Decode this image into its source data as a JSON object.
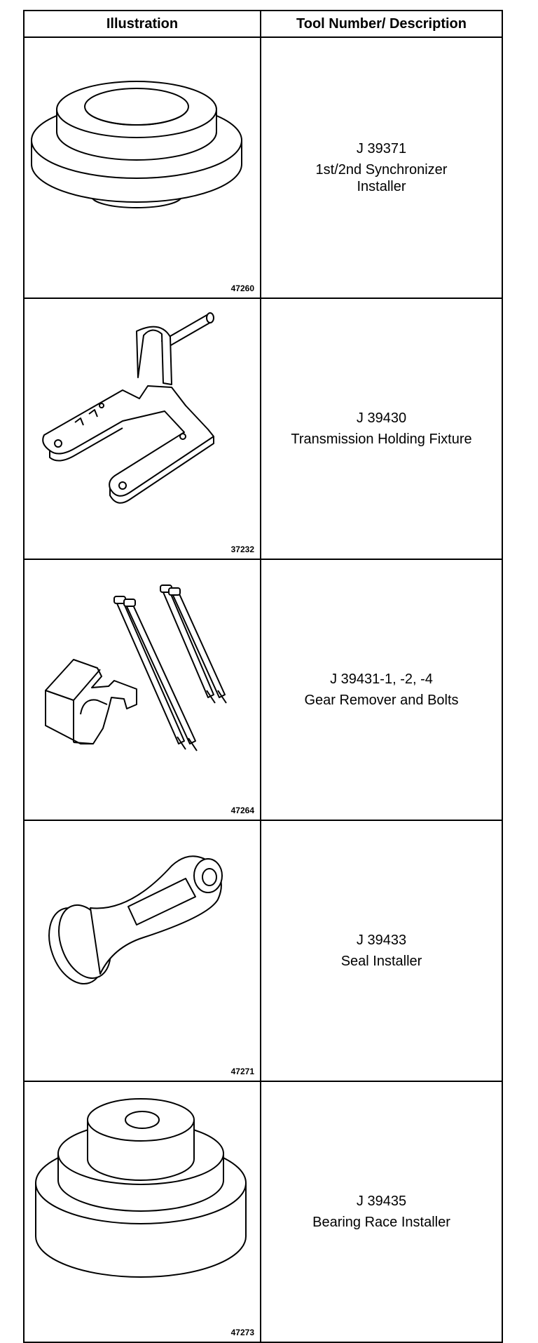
{
  "table": {
    "headers": {
      "illustration": "Illustration",
      "tool": "Tool Number/ Description"
    },
    "rows": [
      {
        "figure_number": "47260",
        "tool_number": "J 39371",
        "description": "1st/2nd Synchronizer Installer",
        "illustration_icon": "synchronizer-installer"
      },
      {
        "figure_number": "37232",
        "tool_number": "J 39430",
        "description": "Transmission Holding Fixture",
        "illustration_icon": "holding-fixture"
      },
      {
        "figure_number": "47264",
        "tool_number": "J 39431-1, -2, -4",
        "description": "Gear Remover and Bolts",
        "illustration_icon": "gear-remover-bolts"
      },
      {
        "figure_number": "47271",
        "tool_number": "J 39433",
        "description": "Seal Installer",
        "illustration_icon": "seal-installer"
      },
      {
        "figure_number": "47273",
        "tool_number": "J 39435",
        "description": "Bearing Race Installer",
        "illustration_icon": "bearing-race-installer"
      }
    ]
  }
}
